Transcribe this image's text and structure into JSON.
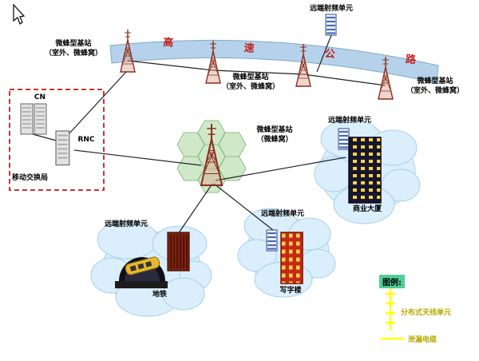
{
  "highway": {
    "label": "高 速 公 路"
  },
  "core_network": {
    "cn_label": "CN",
    "rnc_label": "RNC",
    "office_label": "移动交换局"
  },
  "base_stations": {
    "highway_left": {
      "line1": "微蜂型基站",
      "line2": "（室外、微蜂窝）"
    },
    "highway_mid": {
      "line1": "微蜂型基站",
      "line2": "（室外、微蜂窝）"
    },
    "highway_right": {
      "line1": "微蜂型基站",
      "line2": "（室外、微蜂窝）"
    },
    "center": {
      "line1": "微蜂型基站",
      "line2": "（微蜂窝）"
    }
  },
  "remote_rf_units": {
    "top": "远端射频单元",
    "commercial": "远端射频单元",
    "subway": "远端射频单元",
    "office": "远端射频单元"
  },
  "sites": {
    "subway": "地铁",
    "office_building": "写字楼",
    "commercial_building": "商业大厦"
  },
  "legend": {
    "title": "图例:",
    "items": [
      {
        "symbol": "distributed-antenna-unit",
        "label": "分布式天线单元"
      },
      {
        "symbol": "leaky-cable",
        "label": "泄漏电缆"
      }
    ]
  },
  "colors": {
    "highway_fill": "#b5d2ea",
    "highway_text": "#c22222",
    "cloud_fill": "#daeefb",
    "hexagon_fill": "#cfe9c8",
    "tower_color": "#8a2f1e",
    "dashed_box": "#cc3333",
    "legend_symbol": "#ffff00",
    "legend_text": "#b8a800",
    "legend_title_bg": "#4fcf96",
    "building_dark": "#16162e",
    "building_red": "#c22a18",
    "window_yellow": "#ffd24a"
  }
}
